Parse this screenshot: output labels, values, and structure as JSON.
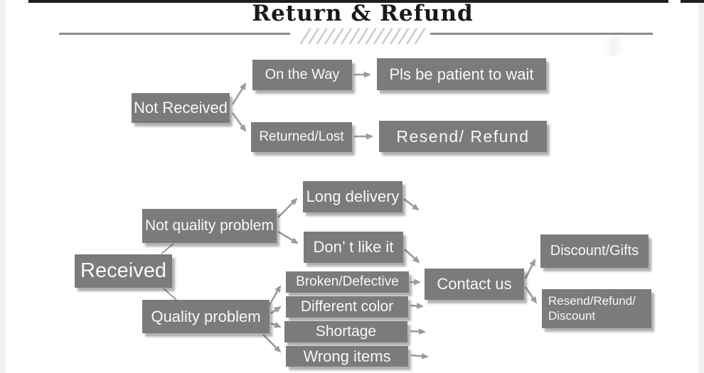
{
  "title": "Return & Refund",
  "colors": {
    "box": "#7b7b7b",
    "box_text": "#f8f8f8",
    "arrow": "#9b9b9b",
    "title_text": "#191919",
    "divider": "#8c8c8c",
    "hatch": "#cccccc",
    "border_bar": "#1f1f1f",
    "page_edge": "#f0f0f0"
  },
  "nodes": {
    "not_received": {
      "label": "Not Received"
    },
    "on_the_way": {
      "label": "On the Way"
    },
    "pls_wait": {
      "label": "Pls be patient to wait"
    },
    "returned_lost": {
      "label": "Returned/Lost"
    },
    "resend_refund": {
      "label": "Resend/ Refund"
    },
    "received": {
      "label": "Received"
    },
    "not_quality_problem": {
      "label": "Not quality problem"
    },
    "quality_problem": {
      "label": "Quality problem"
    },
    "long_delivery": {
      "label": "Long delivery"
    },
    "dont_like_it": {
      "label": "Don’ t like it"
    },
    "broken_defective": {
      "label": "Broken/Defective"
    },
    "different_color": {
      "label": "Different color"
    },
    "shortage": {
      "label": "Shortage"
    },
    "wrong_items": {
      "label": "Wrong items"
    },
    "contact_us": {
      "label": "Contact us"
    },
    "discount_gifts": {
      "label": "Discount/Gifts"
    },
    "resend_refund_discount": {
      "label": "Resend/Refund/\nDiscount"
    }
  }
}
